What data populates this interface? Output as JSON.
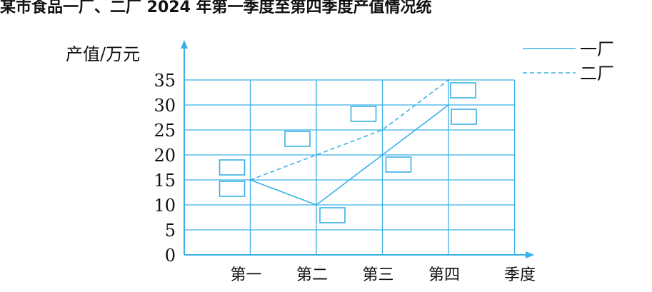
{
  "title": "某市食品一厂、二厂 2024 年第一季度至第四季度产值情况统",
  "colors": {
    "axis": "#3ab0e6",
    "grid": "#3ab0e6",
    "line": "#3ab0e6",
    "text": "#111111"
  },
  "chart_data": {
    "type": "line",
    "title": "某市食品一厂、二厂 2024 年第一季度至第四季度产值情况统",
    "ylabel": "产值/万元",
    "xlabel": "季度",
    "categories": [
      "第一",
      "第二",
      "第三",
      "第四"
    ],
    "y_ticks": [
      "0",
      "5",
      "10",
      "15",
      "20",
      "25",
      "30",
      "35"
    ],
    "ylim": [
      0,
      35
    ],
    "grid": true,
    "legend_position": "top-right",
    "series": [
      {
        "name": "一厂",
        "style": "solid",
        "values": [
          15,
          10,
          20,
          30
        ]
      },
      {
        "name": "二厂",
        "style": "dashed",
        "values": [
          15,
          20,
          25,
          35
        ]
      }
    ],
    "annotations": "blank label boxes next to each data point"
  }
}
